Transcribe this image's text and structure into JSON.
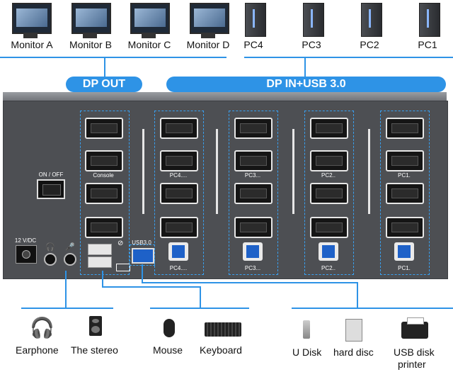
{
  "monitors": [
    "Monitor A",
    "Monitor B",
    "Monitor C",
    "Monitor D"
  ],
  "pcs": [
    "PC4",
    "PC3",
    "PC2",
    "PC1"
  ],
  "banners": {
    "dp_out": "DP OUT",
    "dp_in": "DP IN+USB 3.0"
  },
  "panel": {
    "on_off": "ON / OFF",
    "console": "Console",
    "power": "12 V/DC",
    "usb3": "USB3.0",
    "dp_labels": [
      "PC4....",
      "PC3...",
      "PC2..",
      "PC1."
    ],
    "usb_labels": [
      "PC4....",
      "PC3...",
      "PC2..",
      "PC1."
    ]
  },
  "peripherals": {
    "earphone": "Earphone",
    "stereo": "The stereo",
    "mouse": "Mouse",
    "keyboard": "Keyboard",
    "udisk": "U Disk",
    "harddisc": "hard disc",
    "printer_line1": "USB disk",
    "printer_line2": "printer"
  },
  "colors": {
    "accent": "#2e93e6",
    "panel": "#4d4f53"
  }
}
